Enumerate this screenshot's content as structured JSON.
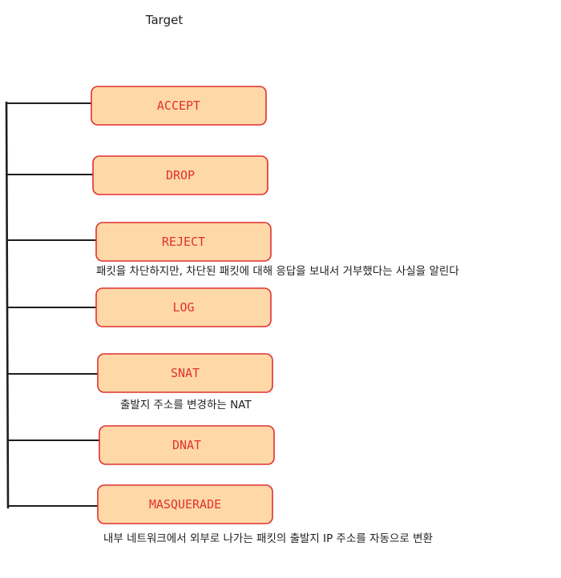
{
  "diagram": {
    "title": "Target",
    "targets": [
      {
        "label": "ACCEPT"
      },
      {
        "label": "DROP"
      },
      {
        "label": "REJECT",
        "note": "패킷을 차단하지만, 차단된 패킷에 대해 응답을 보내서 거부했다는 사실을 알린다"
      },
      {
        "label": "LOG"
      },
      {
        "label": "SNAT",
        "note": "출발지 주소를 변경하는 NAT"
      },
      {
        "label": "DNAT"
      },
      {
        "label": "MASQUERADE",
        "note": "내부 네트워크에서 외부로 나가는 패킷의 출발지 IP 주소를 자동으로 변환"
      }
    ],
    "colors": {
      "box_fill": "#ffd8a8",
      "box_stroke": "#e03131",
      "label_text": "#e03131",
      "line": "#1e1e1e"
    }
  }
}
